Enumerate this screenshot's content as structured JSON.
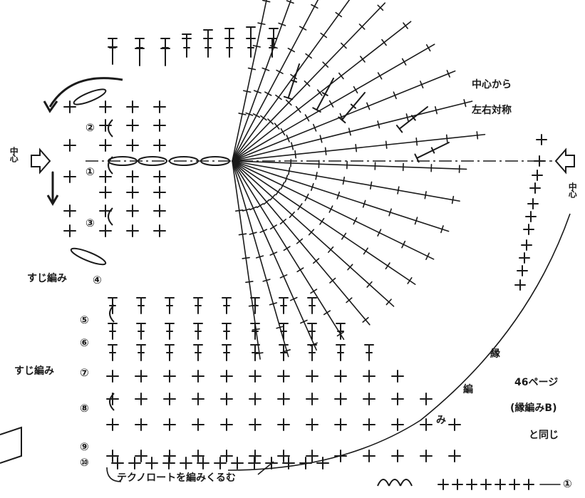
{
  "labels": {
    "center_symmetric_1": "中心から",
    "center_symmetric_2": "左右対称",
    "center_left": "中心",
    "center_right": "中心",
    "suji_ami_top": "すじ編み",
    "suji_ami_bottom": "すじ編み",
    "border_1": "縁",
    "border_2": "編",
    "border_3": "み",
    "same_as_1": "46ページ",
    "same_as_2": "(縁編みB)",
    "same_as_3": "と同じ",
    "techno_rote": "テクノロートを編みくるむ"
  },
  "rows": [
    "②",
    "①",
    "③",
    "④",
    "⑤",
    "⑥",
    "⑦",
    "⑧",
    "⑨",
    "⑩"
  ],
  "legend_row": "①",
  "colors": {
    "ink": "#1a1a1a",
    "dash": "#555555"
  }
}
